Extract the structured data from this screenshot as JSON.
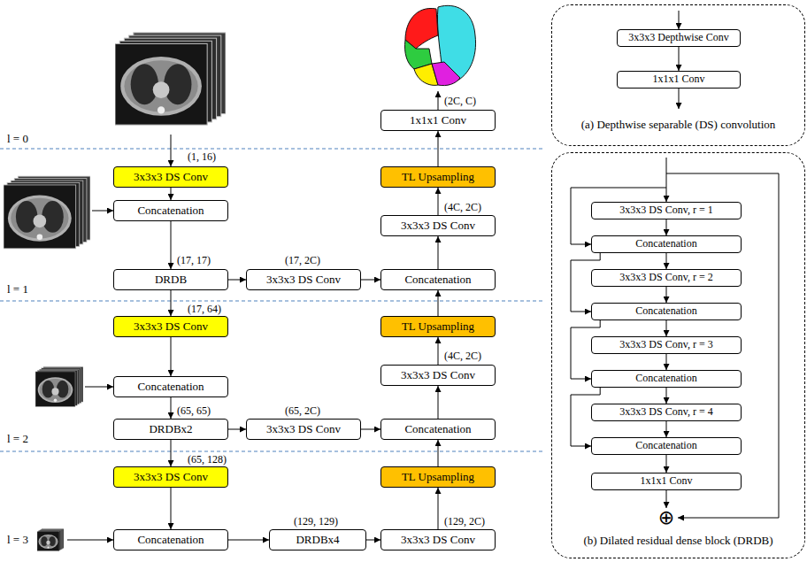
{
  "diagram": {
    "nodes": [
      {
        "text": [
          "3x3x3 DS Conv"
        ]
      },
      {
        "text": [
          "Concatenation"
        ]
      },
      {
        "text": [
          "DRDB"
        ]
      },
      {
        "text": [
          "3x3x3 DS Conv"
        ]
      },
      {
        "text": [
          "Concatenation"
        ]
      },
      {
        "text": [
          "DRDBx2"
        ]
      },
      {
        "text": [
          "3x3x3 DS Conv"
        ]
      },
      {
        "text": [
          "Concatenation"
        ]
      },
      {
        "text": [
          "DRDBx4"
        ]
      },
      {
        "text": [
          "3x3x3 DS Conv"
        ]
      },
      {
        "text": [
          "3x3x3 DS Conv"
        ]
      },
      {
        "text": [
          "3x3x3 DS Conv"
        ]
      },
      {
        "text": [
          "TL Upsampling"
        ]
      },
      {
        "text": [
          "Concatenation"
        ]
      },
      {
        "text": [
          "3x3x3 DS Conv"
        ]
      },
      {
        "text": [
          "TL Upsampling"
        ]
      },
      {
        "text": [
          "Concatenation"
        ]
      },
      {
        "text": [
          "3x3x3 DS Conv"
        ]
      },
      {
        "text": [
          "TL Upsampling"
        ]
      },
      {
        "text": [
          "1x1x1 Conv"
        ]
      },
      {
        "text": [
          "(a) Depthwise separable (DS) convolution"
        ]
      },
      {
        "text": [
          "3x3x3 Depthwise Conv"
        ],
        "in": 20
      },
      {
        "text": [
          "1x1x1 Conv"
        ],
        "in": 20
      },
      {
        "text": [
          "(b) Dilated residual dense block (DRDB)"
        ]
      },
      {
        "text": [
          "3x3x3 DS Conv, r = 1"
        ],
        "in": 23
      },
      {
        "text": [
          "Concatenation"
        ],
        "in": 23
      },
      {
        "text": [
          "3x3x3 DS Conv, r = 2"
        ],
        "in": 23
      },
      {
        "text": [
          "Concatenation"
        ],
        "in": 23
      },
      {
        "text": [
          "3x3x3 DS Conv, r = 3"
        ],
        "in": 23
      },
      {
        "text": [
          "Concatenation"
        ],
        "in": 23
      },
      {
        "text": [
          "3x3x3 DS Conv, r = 4"
        ],
        "in": 23
      },
      {
        "text": [
          "Concatenation"
        ],
        "in": 23
      },
      {
        "text": [
          "1x1x1 Conv"
        ],
        "in": 23
      },
      {
        "text": [
          "⊕"
        ],
        "in": 23
      }
    ],
    "edges": [
      {
        "from": 0,
        "to": 1,
        "arrow": "to"
      },
      {
        "from": 1,
        "to": 2,
        "arrow": "to"
      },
      {
        "from": 2,
        "to": 10,
        "arrow": "to"
      },
      {
        "from": 2,
        "to": 3,
        "arrow": "to"
      },
      {
        "from": 3,
        "to": 4,
        "arrow": "to"
      },
      {
        "from": 4,
        "to": 5,
        "arrow": "to"
      },
      {
        "from": 5,
        "to": 11,
        "arrow": "to"
      },
      {
        "from": 5,
        "to": 6,
        "arrow": "to"
      },
      {
        "from": 6,
        "to": 7,
        "arrow": "to"
      },
      {
        "from": 7,
        "to": 8,
        "arrow": "to"
      },
      {
        "from": 8,
        "to": 9,
        "arrow": "to"
      },
      {
        "from": 9,
        "to": 12,
        "arrow": "to"
      },
      {
        "from": 12,
        "to": 13,
        "arrow": "to"
      },
      {
        "from": 11,
        "to": 13,
        "arrow": "to"
      },
      {
        "from": 13,
        "to": 14,
        "arrow": "to"
      },
      {
        "from": 14,
        "to": 15,
        "arrow": "to"
      },
      {
        "from": 15,
        "to": 16,
        "arrow": "to"
      },
      {
        "from": 10,
        "to": 16,
        "arrow": "to"
      },
      {
        "from": 16,
        "to": 17,
        "arrow": "to"
      },
      {
        "from": 17,
        "to": 18,
        "arrow": "to"
      },
      {
        "from": 18,
        "to": 19,
        "arrow": "to"
      },
      {
        "from": 21,
        "to": 22,
        "arrow": "to"
      },
      {
        "from": 24,
        "to": 25,
        "arrow": "to"
      },
      {
        "from": 25,
        "to": 26,
        "arrow": "to"
      },
      {
        "from": 26,
        "to": 27,
        "arrow": "to"
      },
      {
        "from": 27,
        "to": 28,
        "arrow": "to"
      },
      {
        "from": 28,
        "to": 29,
        "arrow": "to"
      },
      {
        "from": 29,
        "to": 30,
        "arrow": "to"
      },
      {
        "from": 30,
        "to": 31,
        "arrow": "to"
      },
      {
        "from": 31,
        "to": 32,
        "arrow": "to"
      },
      {
        "from": 32,
        "to": 33,
        "arrow": "to"
      },
      {
        "from": 25,
        "to": 27,
        "arrow": "to"
      },
      {
        "from": 27,
        "to": 29,
        "arrow": "to"
      },
      {
        "from": 29,
        "to": 31,
        "arrow": "to"
      }
    ],
    "labels": [
      "l = 0",
      "l = 1",
      "l = 2",
      "l = 3",
      "(1, 16)",
      "(17, 17)",
      "(17, 2C)",
      "(17, 64)",
      "(65, 65)",
      "(65, 2C)",
      "(65, 128)",
      "(129, 129)",
      "(129, 2C)",
      "(4C, 2C)",
      "(4C, 2C)",
      "(2C, C)"
    ]
  }
}
